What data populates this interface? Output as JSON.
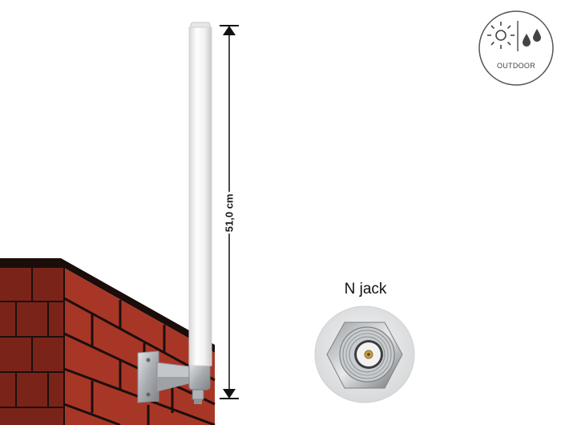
{
  "dimension": {
    "label": "51,0 cm"
  },
  "badge": {
    "label": "OUTDOOR",
    "icons": [
      "sun-icon",
      "raindrops-icon"
    ]
  },
  "connector": {
    "label": "N jack"
  },
  "colors": {
    "brick": "#9b2f22",
    "brick_dark": "#6e1d14",
    "mortar": "#1c0f0c",
    "antenna": "#f1f1f1",
    "bracket": "#b9bcbf"
  }
}
